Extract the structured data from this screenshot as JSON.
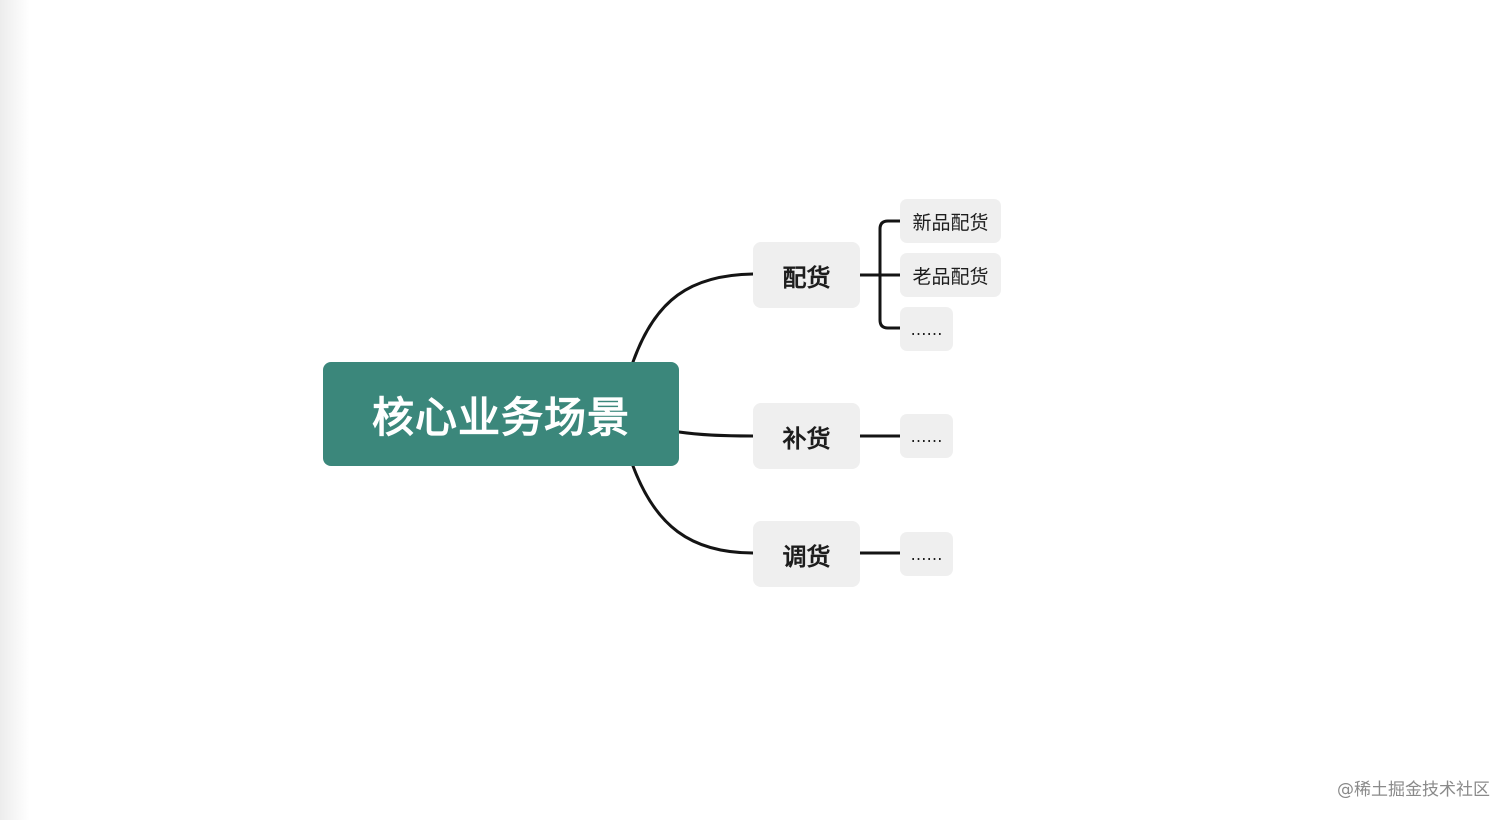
{
  "root": {
    "label": "核心业务场景",
    "color": "#3b877b"
  },
  "branches": [
    {
      "label": "配货",
      "children": [
        "新品配货",
        "老品配货",
        "……"
      ]
    },
    {
      "label": "补货",
      "children": [
        "……"
      ]
    },
    {
      "label": "调货",
      "children": [
        "……"
      ]
    }
  ],
  "watermark": "@稀土掘金技术社区"
}
